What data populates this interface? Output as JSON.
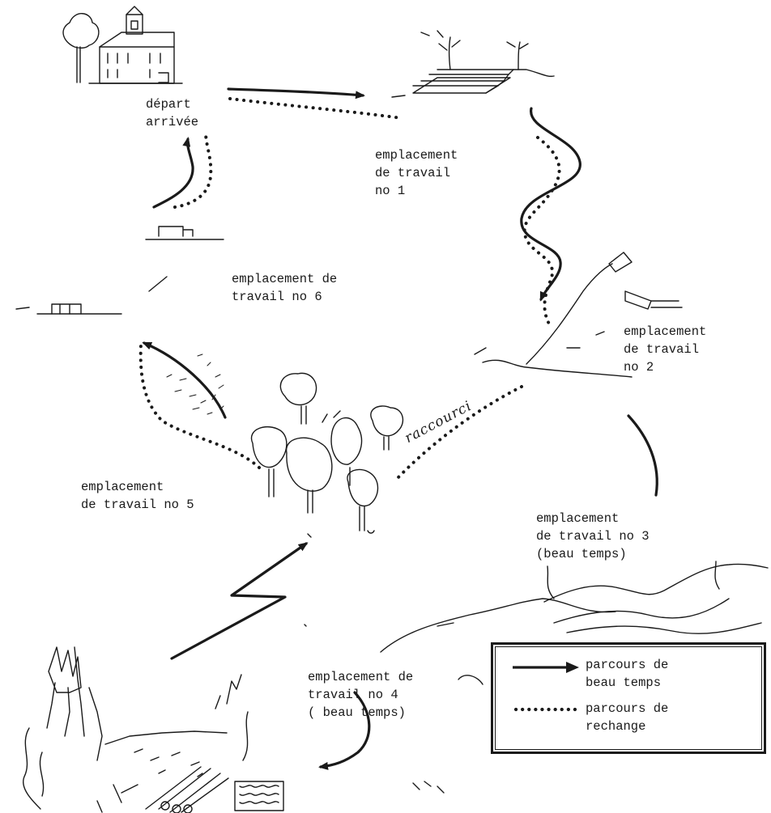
{
  "labels": {
    "depart": [
      "départ",
      "arrivée"
    ],
    "site_1": [
      "emplacement",
      "de travail",
      "no 1"
    ],
    "site_2": [
      "emplacement",
      "de travail",
      "no 2"
    ],
    "site_3": [
      "emplacement",
      "de travail no 3",
      "(beau temps)"
    ],
    "site_4": [
      "emplacement de",
      "travail no 4",
      "( beau temps)"
    ],
    "site_5": [
      "emplacement",
      "de travail no 5"
    ],
    "site_6": [
      "emplacement de",
      "travail no 6"
    ],
    "shortcut": "raccourci"
  },
  "legend": {
    "solid": [
      "parcours de",
      "beau temps"
    ],
    "dotted": [
      "parcours de",
      "rechange"
    ]
  },
  "colors": {
    "ink": "#1a1a1a",
    "paper": "#ffffff"
  }
}
